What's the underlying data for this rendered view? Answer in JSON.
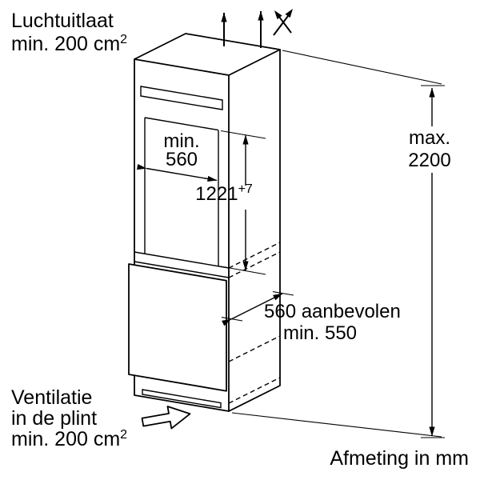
{
  "colors": {
    "background": "#ffffff",
    "line": "#000000",
    "text": "#000000"
  },
  "labels": {
    "air_outlet_top": {
      "line1": "Luchtuitlaat",
      "line2_main": "min. 200 cm",
      "line2_sup": "2"
    },
    "plinth_vent": {
      "line1": "Ventilatie",
      "line2": "in de plint",
      "line3_main": "min. 200 cm",
      "line3_sup": "2"
    },
    "units_note": "Afmeting in mm"
  },
  "dimensions": {
    "niche_width": {
      "prefix": "min.",
      "value": "560"
    },
    "niche_height": {
      "value": "1221",
      "tolerance": "+7"
    },
    "overall_height": {
      "prefix": "max.",
      "value": "2200"
    },
    "depth": {
      "line1": "560 aanbevolen",
      "line2": "min. 550"
    }
  },
  "icons": {
    "top_airflow": "up-arrow-icon",
    "exhaust_flow": "crossed-airflow-arrows-icon",
    "plinth_airflow": "block-arrow-right-icon"
  }
}
